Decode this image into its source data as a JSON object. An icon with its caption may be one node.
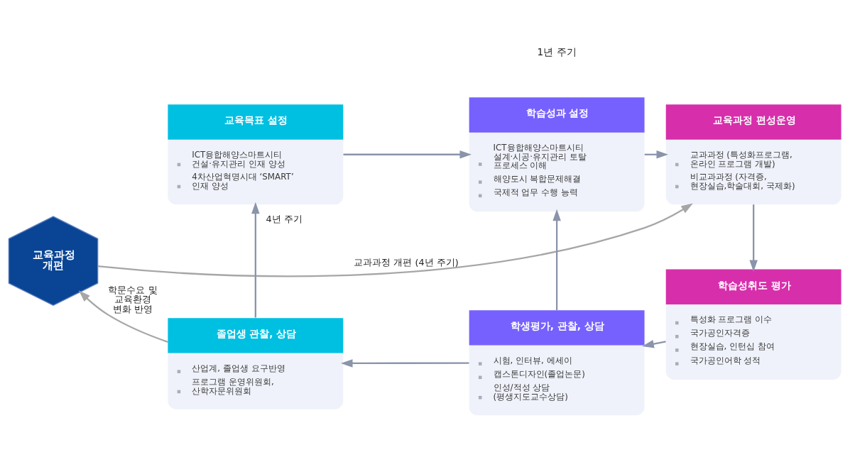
{
  "diagram": {
    "nodes": [
      {
        "text": [
          "교육목표 설정",
          "ICT융합해양스마트시티 건설·유지관리 인재 양성",
          "4차산업혁명시대 ‘SMART’ 인재 양성"
        ]
      },
      {
        "text": [
          "학습성과 설정",
          "ICT융합해양스마트시티 설계·시공·유지관리 토탈 프로세스 이해",
          "해양도시 복합문제해결",
          "국제적 업무 수행 능력"
        ]
      },
      {
        "text": [
          "교육과정 편성운영",
          "교과과정 (특성화프로그램, 온라인 프로그램 개발)",
          "비교과과정 (자격증, 현장실습,학술대회, 국제화)"
        ]
      },
      {
        "text": [
          "교육과정 개편"
        ]
      },
      {
        "text": [
          "졸업생 관찰, 상담",
          "산업계, 졸업생 요구반영",
          "프로그램 운영위원회, 산학자문위원회"
        ]
      },
      {
        "text": [
          "학생평가, 관찰, 상담",
          "시험, 인터뷰, 에세이",
          "캡스톤디자인(졸업논문)",
          "인성/적성 상담 (평생지도교수상담)"
        ]
      },
      {
        "text": [
          "학습성취도 평가",
          "특성화 프로그램 이수",
          "국가공인자격증",
          "현장실습, 인턴십 참여",
          "국가공인어학 성적"
        ]
      }
    ],
    "edges": [
      {
        "from": 0,
        "to": 1,
        "arrow": "to"
      },
      {
        "from": 1,
        "to": 2,
        "arrow": "to"
      },
      {
        "from": 2,
        "to": 6,
        "arrow": "to"
      },
      {
        "from": 6,
        "to": 5,
        "arrow": "to"
      },
      {
        "from": 5,
        "to": 1,
        "arrow": "to"
      },
      {
        "from": 5,
        "to": 4,
        "arrow": "to"
      },
      {
        "from": 4,
        "to": 0,
        "arrow": "to",
        "label": "4년 주기"
      },
      {
        "from": 4,
        "to": 3,
        "arrow": "to",
        "label": "학문수요 및 교육환경 변화 반영",
        "color": "#a6a6a6"
      },
      {
        "from": 3,
        "to": 2,
        "arrow": "to",
        "label": "교과과정 개편 (4년 주기)",
        "color": "#a6a6a6"
      }
    ],
    "labels": [
      "1년 주기"
    ]
  }
}
